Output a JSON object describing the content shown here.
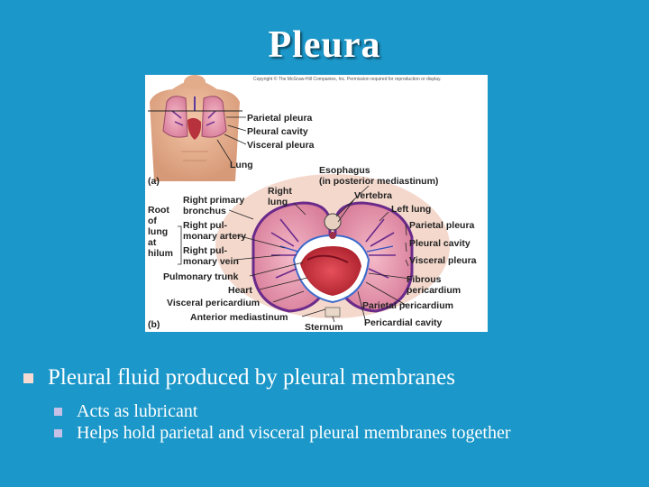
{
  "title": "Pleura",
  "figure": {
    "copyright": "Copyright © The McGraw-Hill Companies, Inc. Permission required for reproduction or display.",
    "panel_a": {
      "tag": "(a)",
      "labels": [
        "Parietal pleura",
        "Pleural cavity",
        "Visceral pleura",
        "Lung"
      ]
    },
    "panel_b": {
      "tag": "(b)",
      "labels": {
        "root_of_lung_at_hilum": [
          "Root",
          "of",
          "lung",
          "at",
          "hilum"
        ],
        "right_primary_bronchus": [
          "Right primary",
          "bronchus"
        ],
        "right_pulmonary_artery": [
          "Right pul-",
          "monary artery"
        ],
        "right_pulmonary_vein": [
          "Right pul-",
          "monary vein"
        ],
        "right_lung": [
          "Right",
          "lung"
        ],
        "esophagus": [
          "Esophagus",
          "(in posterior mediastinum)"
        ],
        "vertebra": "Vertebra",
        "left_lung": "Left lung",
        "parietal_pleura": "Parietal pleura",
        "pleural_cavity": "Pleural cavity",
        "visceral_pleura": "Visceral pleura",
        "fibrous_pericardium": [
          "Fibrous",
          "pericardium"
        ],
        "parietal_pericardium": "Parietal pericardium",
        "pericardial_cavity": "Pericardial cavity",
        "pulmonary_trunk": "Pulmonary trunk",
        "heart": "Heart",
        "visceral_pericardium": "Visceral pericardium",
        "anterior_mediastinum": "Anterior mediastinum",
        "sternum": "Sternum"
      }
    }
  },
  "bullets": {
    "main": "Pleural fluid produced by pleural membranes",
    "sub": [
      "Acts as lubricant",
      "Helps hold parietal and visceral pleural membranes together"
    ]
  },
  "colors": {
    "background": "#1b97c9",
    "title": "#ffffff",
    "bullet_main": "#f6dbd3",
    "bullet_sub": "#c7c0e6"
  }
}
